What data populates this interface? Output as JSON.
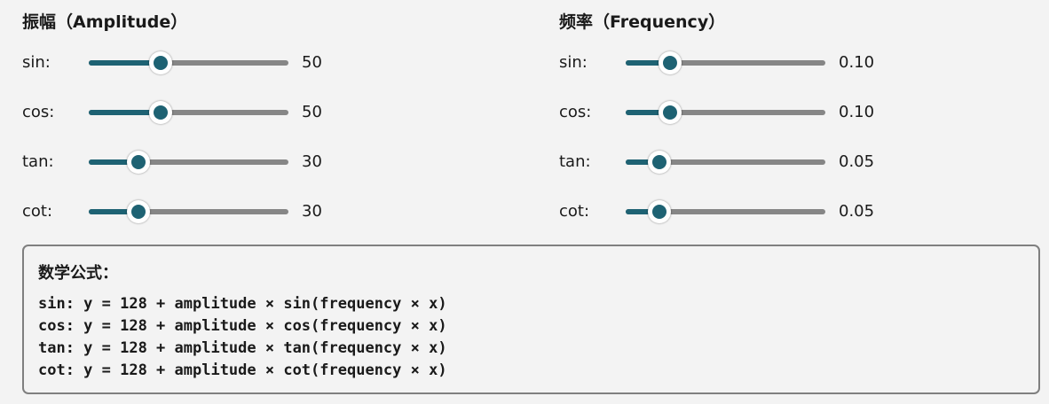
{
  "amplitude": {
    "title": "振幅（Amplitude）",
    "min": 0,
    "max": 128,
    "rows": [
      {
        "label": "sin:",
        "value": "50",
        "fraction": 0.36
      },
      {
        "label": "cos:",
        "value": "50",
        "fraction": 0.36
      },
      {
        "label": "tan:",
        "value": "30",
        "fraction": 0.25
      },
      {
        "label": "cot:",
        "value": "30",
        "fraction": 0.25
      }
    ]
  },
  "frequency": {
    "title": "频率（Frequency）",
    "rows": [
      {
        "label": "sin:",
        "value": "0.10",
        "fraction": 0.22
      },
      {
        "label": "cos:",
        "value": "0.10",
        "fraction": 0.22
      },
      {
        "label": "tan:",
        "value": "0.05",
        "fraction": 0.17
      },
      {
        "label": "cot:",
        "value": "0.05",
        "fraction": 0.17
      }
    ]
  },
  "formulas": {
    "title": "数学公式：",
    "lines": [
      "sin: y = 128 + amplitude × sin(frequency × x)",
      "cos: y = 128 + amplitude × cos(frequency × x)",
      "tan: y = 128 + amplitude × tan(frequency × x)",
      "cot: y = 128 + amplitude × cot(frequency × x)"
    ]
  },
  "colors": {
    "accent": "#1e6273",
    "track": "#868686",
    "background": "#f3f3f3",
    "border": "#7f7f7f"
  }
}
